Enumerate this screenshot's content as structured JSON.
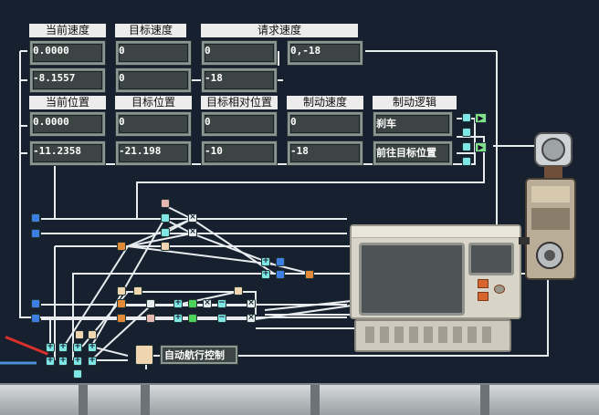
{
  "headers": {
    "current_speed": "当前速度",
    "target_speed": "目标速度",
    "request_speed": "请求速度",
    "current_position": "当前位置",
    "target_position": "目标位置",
    "target_relative_position": "目标相对位置",
    "brake_speed": "制动速度",
    "brake_logic": "制动逻辑"
  },
  "displays": {
    "current_speed_1": "0.0000",
    "current_speed_2": "-8.1557",
    "target_speed_1": "0",
    "target_speed_2": "0",
    "request_speed_1": "0",
    "request_speed_2": "-18",
    "request_speed_3": "0,-18",
    "current_position_1": "0.0000",
    "current_position_2": "-11.2358",
    "target_position_1": "0",
    "target_position_2": "-21.198",
    "target_relative_1": "0",
    "target_relative_2": "-10",
    "brake_speed_1": "0",
    "brake_speed_2": "-18",
    "brake_logic_1": "刹车",
    "brake_logic_2": "前往目标位置"
  },
  "autopilot_label": "自动航行控制",
  "colors": {
    "background": "#16202e",
    "wire": "#e8ecef",
    "display_screen": "#3c4544",
    "chip_blue": "#3d7fe0",
    "chip_green": "#4dd35a",
    "chip_orange": "#e08a3a",
    "chip_cyan": "#7fe6e6"
  },
  "icons": {
    "add": "plus-icon",
    "subtract": "minus-icon",
    "multiply": "multiply-icon",
    "arrow": "arrow-right-icon"
  }
}
